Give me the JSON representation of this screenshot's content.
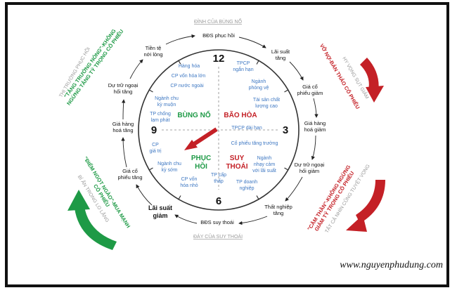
{
  "labels": {
    "top": "ĐỈNH CỦA BÙNG NỔ",
    "bottom": "ĐÁY CỦA SUY THOÁI"
  },
  "clock": {
    "n12": "12",
    "n3": "3",
    "n6": "6",
    "n9": "9"
  },
  "quadrants": {
    "tl": "BÙNG NỔ",
    "tr": "BÃO HÒA",
    "br1": "SUY",
    "br2": "THOÁI",
    "bl1": "PHỤC",
    "bl2": "HỒI"
  },
  "cycle": {
    "c1": "BĐS phục hồi",
    "c2a": "Lãi suất",
    "c2b": "tăng",
    "c3a": "Giá cổ",
    "c3b": "phiếu giảm",
    "c4a": "Giá hàng",
    "c4b": "hoá giảm",
    "c5a": "Dự trữ ngoại",
    "c5b": "hối giảm",
    "c6a": "Thất nghiệp",
    "c6b": "tăng",
    "c7": "BĐS suy thoái",
    "c8a": "Lãi suất",
    "c8b": "giảm",
    "c9a": "Giá cổ",
    "c9b": "phiếu tăng",
    "c10a": "Giá hàng",
    "c10b": "hoá tăng",
    "c11a": "Dự trữ ngoại",
    "c11b": "hối tăng",
    "c12a": "Tiền tệ",
    "c12b": "nới lỏng"
  },
  "sectors": {
    "s1": "Hàng hóa",
    "s2": "CP vốn hóa lớn",
    "s3": "CP nước ngoài",
    "s4a": "Ngành chu",
    "s4b": "kỳ muộn",
    "s5a": "TP chống",
    "s5b": "lạm phát",
    "s6a": "TPCP",
    "s6b": "ngắn hạn",
    "s7a": "Ngành",
    "s7b": "phòng vệ",
    "s8a": "Tài sản chất",
    "s8b": "lượng cao",
    "s9": "TPCP dài hạn",
    "s10": "Cổ phiếu tăng trưởng",
    "s11a": "Ngành",
    "s11b": "nhạy cảm",
    "s11c": "với lãi suất",
    "s12a": "TP doanh",
    "s12b": "nghiệp",
    "s13a": "TP cấp",
    "s13b": "thấp",
    "s14a": "CP vốn",
    "s14b": "hóa nhỏ",
    "s15a": "Ngành chu",
    "s15b": "kỳ sớm",
    "s16a": "CP",
    "s16b": "giá trị"
  },
  "side": {
    "tl_gray": "THỊ TRƯỜNG PHỤC HỒI",
    "tl_g1": "\"TĂNG TRƯỞNG NÓNG\"-KHÔNG",
    "tl_g2": "NGỪNG TĂNG TỶ TRỌNG CỔ PHIẾU",
    "tr_gray": "HY VỌNG SỤT GIẢM",
    "tr_r": "VỠ NỢ-BÁN THÁO CỔ PHIẾU",
    "br_r1": "\"CẦM THẦN\"-KHÔNG NGỪNG",
    "br_r2": "GIẢM TỶ TRỌNG CỔ PHIẾU",
    "br_gray": "TẤT CẢ NHÌN CŨNG TUYỆT VỌNG",
    "bl_g1": "\"ĐIỂM NGỌT NGÀO\"-MUA MẠNH",
    "bl_g2": "CỔ PHIẾU",
    "bl_gray": "BÍ ẨN TRONG LO LẮNG"
  },
  "website": "www.nguyenphudung.com",
  "colors": {
    "green": "#1e9a46",
    "red": "#c42026",
    "blue": "#3d77c2"
  }
}
